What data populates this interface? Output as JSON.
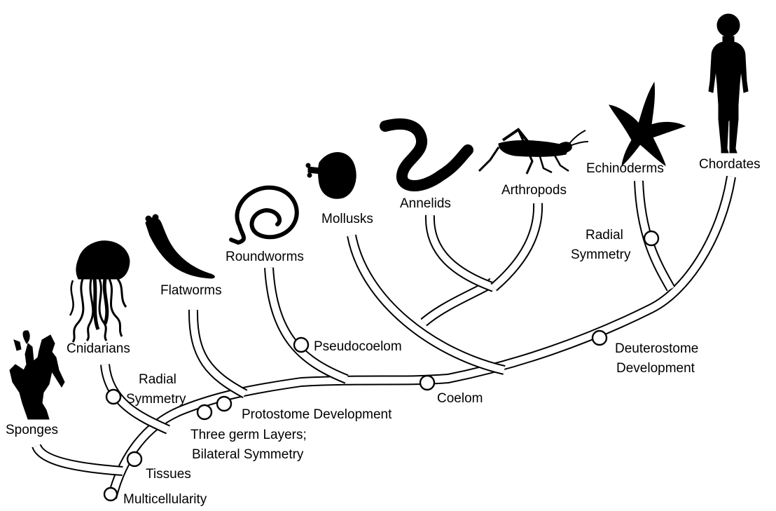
{
  "groups": [
    {
      "key": "sponges",
      "label": "Sponges"
    },
    {
      "key": "cnidarians",
      "label": "Cnidarians"
    },
    {
      "key": "flatworms",
      "label": "Flatworms"
    },
    {
      "key": "roundworms",
      "label": "Roundworms"
    },
    {
      "key": "mollusks",
      "label": "Mollusks"
    },
    {
      "key": "annelids",
      "label": "Annelids"
    },
    {
      "key": "arthropods",
      "label": "Arthropods"
    },
    {
      "key": "echinoderms",
      "label": "Echinoderms"
    },
    {
      "key": "chordates",
      "label": "Chordates"
    }
  ],
  "traits": [
    {
      "key": "multicellularity",
      "lines": [
        "Multicellularity"
      ]
    },
    {
      "key": "tissues",
      "lines": [
        "Tissues"
      ]
    },
    {
      "key": "radial_symmetry_cnidarians",
      "lines": [
        "Radial",
        "Symmetry"
      ]
    },
    {
      "key": "three_germ_layers",
      "lines": [
        "Three germ Layers;",
        "Bilateral Symmetry"
      ]
    },
    {
      "key": "protostome",
      "lines": [
        "Protostome Development"
      ]
    },
    {
      "key": "pseudocoelom",
      "lines": [
        "Pseudocoelom"
      ]
    },
    {
      "key": "coelom",
      "lines": [
        "Coelom"
      ]
    },
    {
      "key": "deuterostome",
      "lines": [
        "Deuterostome",
        "Development"
      ]
    },
    {
      "key": "radial_symmetry_echinoderms",
      "lines": [
        "Radial",
        "Symmetry"
      ]
    }
  ],
  "icons": [
    "sponge-icon",
    "jellyfish-icon",
    "flatworm-icon",
    "roundworm-icon",
    "snail-icon",
    "earthworm-icon",
    "grasshopper-icon",
    "starfish-icon",
    "human-icon"
  ]
}
